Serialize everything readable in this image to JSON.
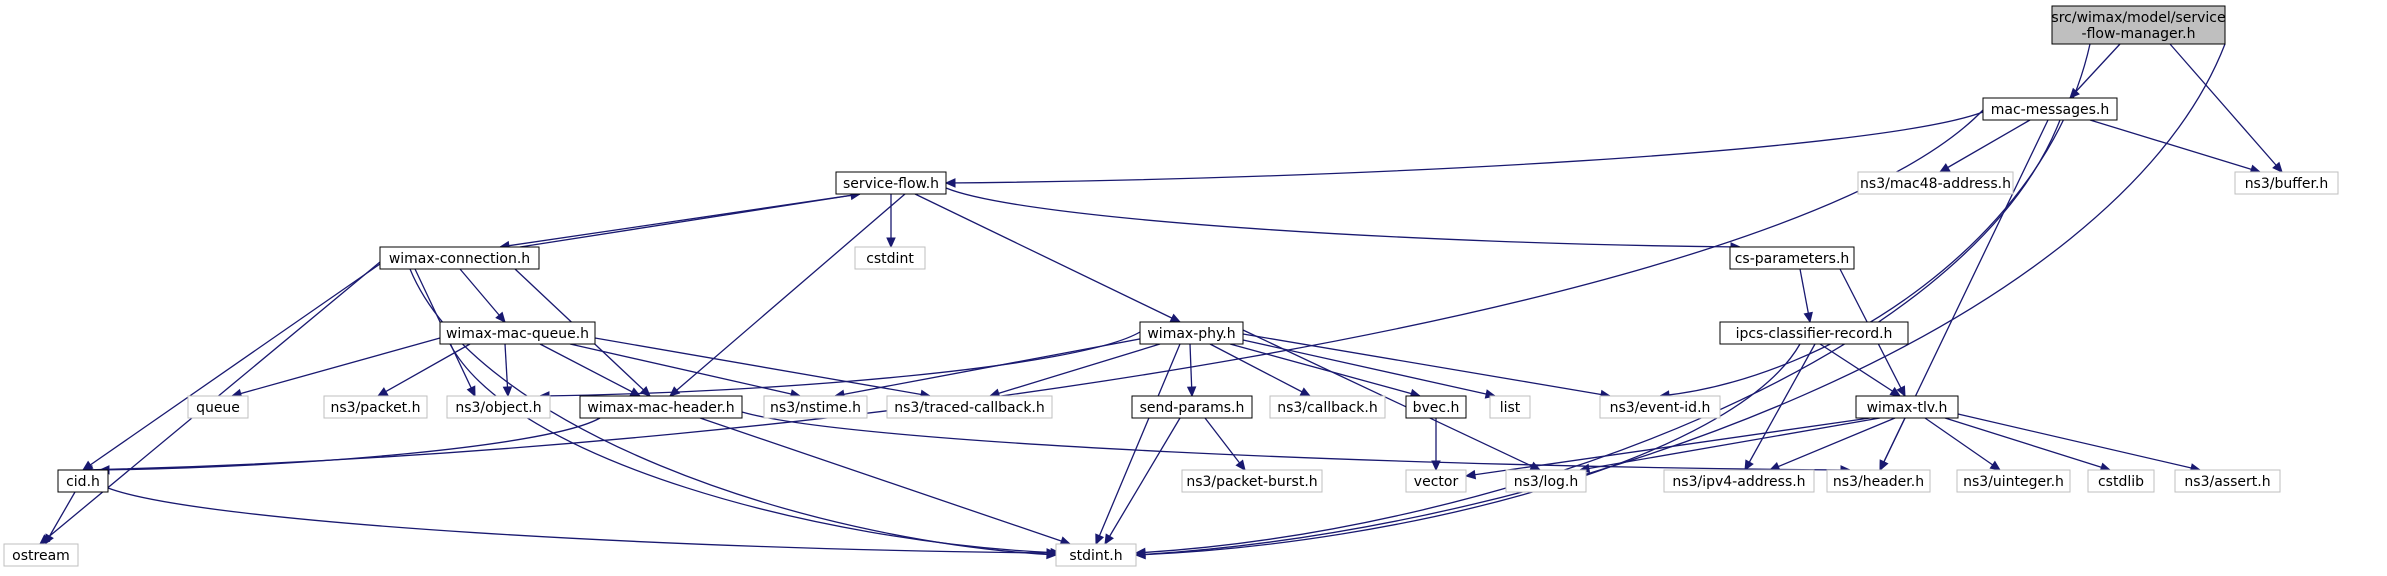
{
  "graph": {
    "nodes": [
      {
        "id": "root",
        "label": "src/wimax/model/service\n-flow-manager.h",
        "style": "root"
      },
      {
        "id": "mac-messages",
        "label": "mac-messages.h",
        "style": "local"
      },
      {
        "id": "service-flow",
        "label": "service-flow.h",
        "style": "local"
      },
      {
        "id": "mac48",
        "label": "ns3/mac48-address.h",
        "style": "external"
      },
      {
        "id": "buffer",
        "label": "ns3/buffer.h",
        "style": "external"
      },
      {
        "id": "wimax-connection",
        "label": "wimax-connection.h",
        "style": "local"
      },
      {
        "id": "cstdint",
        "label": "cstdint",
        "style": "external"
      },
      {
        "id": "cs-parameters",
        "label": "cs-parameters.h",
        "style": "local"
      },
      {
        "id": "wimax-mac-queue",
        "label": "wimax-mac-queue.h",
        "style": "local"
      },
      {
        "id": "wimax-phy",
        "label": "wimax-phy.h",
        "style": "local"
      },
      {
        "id": "ipcs",
        "label": "ipcs-classifier-record.h",
        "style": "local"
      },
      {
        "id": "queue",
        "label": "queue",
        "style": "external"
      },
      {
        "id": "packet",
        "label": "ns3/packet.h",
        "style": "external"
      },
      {
        "id": "object",
        "label": "ns3/object.h",
        "style": "external"
      },
      {
        "id": "wimax-mac-header",
        "label": "wimax-mac-header.h",
        "style": "local"
      },
      {
        "id": "nstime",
        "label": "ns3/nstime.h",
        "style": "external"
      },
      {
        "id": "traced-callback",
        "label": "ns3/traced-callback.h",
        "style": "external"
      },
      {
        "id": "send-params",
        "label": "send-params.h",
        "style": "local"
      },
      {
        "id": "callback",
        "label": "ns3/callback.h",
        "style": "external"
      },
      {
        "id": "bvec",
        "label": "bvec.h",
        "style": "local"
      },
      {
        "id": "list",
        "label": "list",
        "style": "external"
      },
      {
        "id": "event-id",
        "label": "ns3/event-id.h",
        "style": "external"
      },
      {
        "id": "wimax-tlv",
        "label": "wimax-tlv.h",
        "style": "local"
      },
      {
        "id": "cid",
        "label": "cid.h",
        "style": "local"
      },
      {
        "id": "packet-burst",
        "label": "ns3/packet-burst.h",
        "style": "external"
      },
      {
        "id": "vector",
        "label": "vector",
        "style": "external"
      },
      {
        "id": "log",
        "label": "ns3/log.h",
        "style": "external"
      },
      {
        "id": "ipv4",
        "label": "ns3/ipv4-address.h",
        "style": "external"
      },
      {
        "id": "header",
        "label": "ns3/header.h",
        "style": "external"
      },
      {
        "id": "uinteger",
        "label": "ns3/uinteger.h",
        "style": "external"
      },
      {
        "id": "cstdlib",
        "label": "cstdlib",
        "style": "external"
      },
      {
        "id": "assert",
        "label": "ns3/assert.h",
        "style": "external"
      },
      {
        "id": "ostream",
        "label": "ostream",
        "style": "external"
      },
      {
        "id": "stdint",
        "label": "stdint.h",
        "style": "external"
      }
    ],
    "edges": [
      {
        "from": "root",
        "to": "mac-messages"
      },
      {
        "from": "root",
        "to": "event-id"
      },
      {
        "from": "root",
        "to": "buffer"
      },
      {
        "from": "root",
        "to": "stdint"
      },
      {
        "from": "mac-messages",
        "to": "service-flow"
      },
      {
        "from": "mac-messages",
        "to": "cid"
      },
      {
        "from": "mac-messages",
        "to": "mac48"
      },
      {
        "from": "mac-messages",
        "to": "buffer"
      },
      {
        "from": "mac-messages",
        "to": "header"
      },
      {
        "from": "mac-messages",
        "to": "stdint"
      },
      {
        "from": "service-flow",
        "to": "wimax-connection"
      },
      {
        "from": "service-flow",
        "to": "cstdint"
      },
      {
        "from": "service-flow",
        "to": "cs-parameters"
      },
      {
        "from": "service-flow",
        "to": "wimax-phy"
      },
      {
        "from": "service-flow",
        "to": "wimax-mac-header"
      },
      {
        "from": "wimax-connection",
        "to": "service-flow"
      },
      {
        "from": "wimax-connection",
        "to": "wimax-mac-queue"
      },
      {
        "from": "wimax-connection",
        "to": "object"
      },
      {
        "from": "wimax-connection",
        "to": "wimax-mac-header"
      },
      {
        "from": "wimax-connection",
        "to": "cid"
      },
      {
        "from": "wimax-connection",
        "to": "ostream"
      },
      {
        "from": "wimax-connection",
        "to": "stdint"
      },
      {
        "from": "cs-parameters",
        "to": "ipcs"
      },
      {
        "from": "cs-parameters",
        "to": "wimax-tlv"
      },
      {
        "from": "ipcs",
        "to": "wimax-tlv"
      },
      {
        "from": "ipcs",
        "to": "ipv4"
      },
      {
        "from": "ipcs",
        "to": "stdint"
      },
      {
        "from": "wimax-mac-queue",
        "to": "queue"
      },
      {
        "from": "wimax-mac-queue",
        "to": "packet"
      },
      {
        "from": "wimax-mac-queue",
        "to": "object"
      },
      {
        "from": "wimax-mac-queue",
        "to": "wimax-mac-header"
      },
      {
        "from": "wimax-mac-queue",
        "to": "nstime"
      },
      {
        "from": "wimax-mac-queue",
        "to": "traced-callback"
      },
      {
        "from": "wimax-mac-queue",
        "to": "stdint"
      },
      {
        "from": "wimax-phy",
        "to": "object"
      },
      {
        "from": "wimax-phy",
        "to": "nstime"
      },
      {
        "from": "wimax-phy",
        "to": "traced-callback"
      },
      {
        "from": "wimax-phy",
        "to": "send-params"
      },
      {
        "from": "wimax-phy",
        "to": "callback"
      },
      {
        "from": "wimax-phy",
        "to": "bvec"
      },
      {
        "from": "wimax-phy",
        "to": "list"
      },
      {
        "from": "wimax-phy",
        "to": "event-id"
      },
      {
        "from": "wimax-phy",
        "to": "log"
      },
      {
        "from": "wimax-phy",
        "to": "stdint"
      },
      {
        "from": "wimax-mac-header",
        "to": "cid"
      },
      {
        "from": "wimax-mac-header",
        "to": "header"
      },
      {
        "from": "wimax-mac-header",
        "to": "stdint"
      },
      {
        "from": "send-params",
        "to": "packet-burst"
      },
      {
        "from": "send-params",
        "to": "stdint"
      },
      {
        "from": "bvec",
        "to": "vector"
      },
      {
        "from": "wimax-tlv",
        "to": "vector"
      },
      {
        "from": "wimax-tlv",
        "to": "log"
      },
      {
        "from": "wimax-tlv",
        "to": "ipv4"
      },
      {
        "from": "wimax-tlv",
        "to": "header"
      },
      {
        "from": "wimax-tlv",
        "to": "uinteger"
      },
      {
        "from": "wimax-tlv",
        "to": "cstdlib"
      },
      {
        "from": "wimax-tlv",
        "to": "assert"
      },
      {
        "from": "cid",
        "to": "ostream"
      },
      {
        "from": "cid",
        "to": "stdint"
      }
    ]
  },
  "colors": {
    "edge": "#191970",
    "root_fill": "#bfbfbf",
    "root_border": "#000000",
    "local_fill": "#ffffff",
    "local_border": "#000000",
    "external_fill": "#ffffff",
    "external_border": "#bfbfbf",
    "text": "#000000"
  }
}
